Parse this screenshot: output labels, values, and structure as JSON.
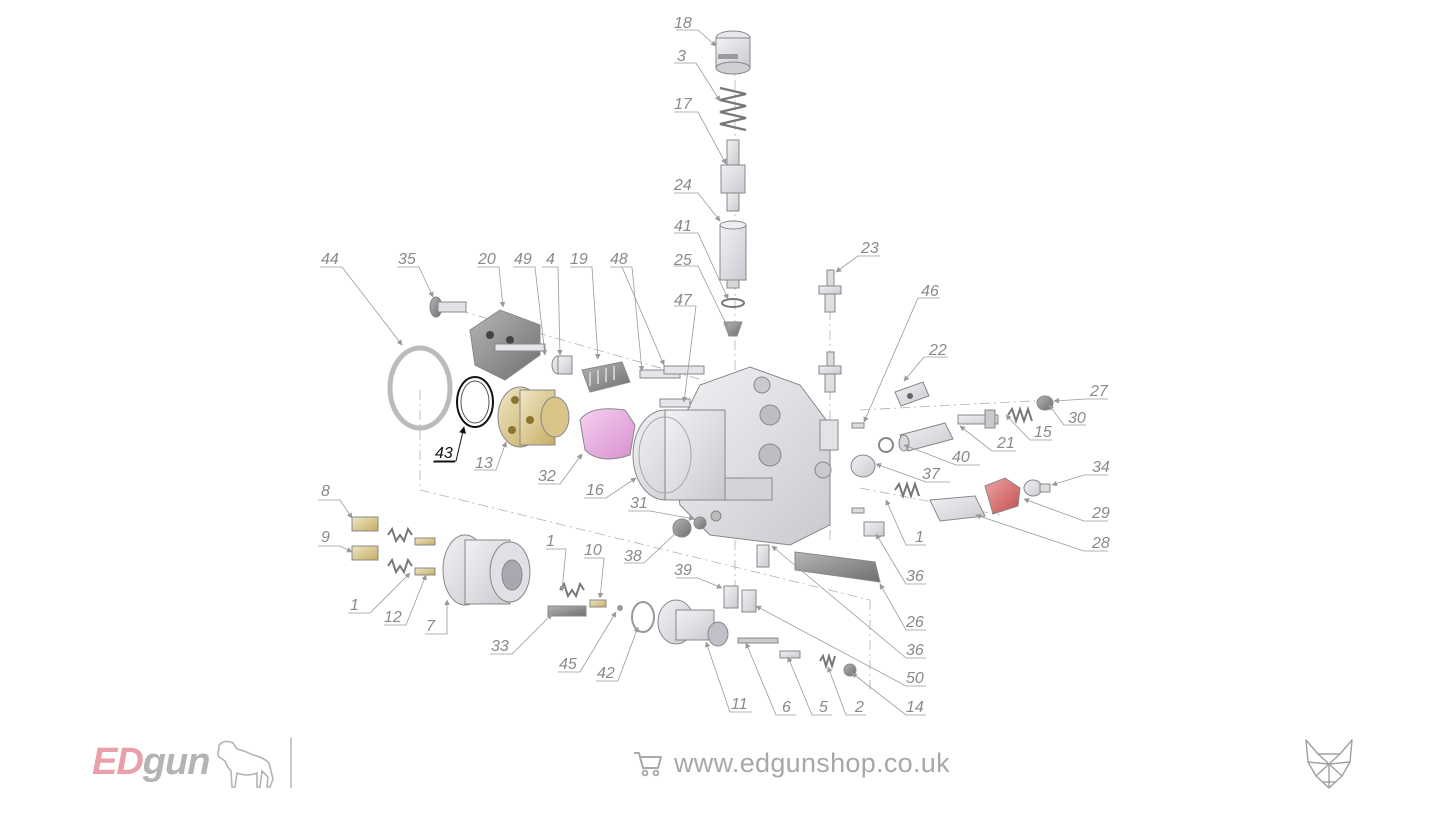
{
  "callouts": [
    {
      "id": "c18",
      "label": "18"
    },
    {
      "id": "c3",
      "label": "3"
    },
    {
      "id": "c17",
      "label": "17"
    },
    {
      "id": "c24",
      "label": "24"
    },
    {
      "id": "c41",
      "label": "41"
    },
    {
      "id": "c25",
      "label": "25"
    },
    {
      "id": "c47",
      "label": "47"
    },
    {
      "id": "c23",
      "label": "23"
    },
    {
      "id": "c46",
      "label": "46"
    },
    {
      "id": "c22",
      "label": "22"
    },
    {
      "id": "c27",
      "label": "27"
    },
    {
      "id": "c30",
      "label": "30"
    },
    {
      "id": "c15",
      "label": "15"
    },
    {
      "id": "c21",
      "label": "21"
    },
    {
      "id": "c40",
      "label": "40"
    },
    {
      "id": "c37",
      "label": "37"
    },
    {
      "id": "c34",
      "label": "34"
    },
    {
      "id": "c29",
      "label": "29"
    },
    {
      "id": "c28",
      "label": "28"
    },
    {
      "id": "c1r",
      "label": "1"
    },
    {
      "id": "c36a",
      "label": "36"
    },
    {
      "id": "c26",
      "label": "26"
    },
    {
      "id": "c36b",
      "label": "36"
    },
    {
      "id": "c50",
      "label": "50"
    },
    {
      "id": "c14",
      "label": "14"
    },
    {
      "id": "c2",
      "label": "2"
    },
    {
      "id": "c5",
      "label": "5"
    },
    {
      "id": "c6",
      "label": "6"
    },
    {
      "id": "c11",
      "label": "11"
    },
    {
      "id": "c42",
      "label": "42"
    },
    {
      "id": "c45",
      "label": "45"
    },
    {
      "id": "c33",
      "label": "33"
    },
    {
      "id": "c10",
      "label": "10"
    },
    {
      "id": "c1m",
      "label": "1"
    },
    {
      "id": "c39",
      "label": "39"
    },
    {
      "id": "c38",
      "label": "38"
    },
    {
      "id": "c31",
      "label": "31"
    },
    {
      "id": "c16",
      "label": "16"
    },
    {
      "id": "c32",
      "label": "32"
    },
    {
      "id": "c13",
      "label": "13"
    },
    {
      "id": "c43",
      "label": "43",
      "highlighted": true
    },
    {
      "id": "c44",
      "label": "44"
    },
    {
      "id": "c35",
      "label": "35"
    },
    {
      "id": "c20",
      "label": "20"
    },
    {
      "id": "c49",
      "label": "49"
    },
    {
      "id": "c4",
      "label": "4"
    },
    {
      "id": "c19",
      "label": "19"
    },
    {
      "id": "c48",
      "label": "48"
    },
    {
      "id": "c8",
      "label": "8"
    },
    {
      "id": "c9",
      "label": "9"
    },
    {
      "id": "c1l",
      "label": "1"
    },
    {
      "id": "c12",
      "label": "12"
    },
    {
      "id": "c7",
      "label": "7"
    }
  ],
  "footer": {
    "brand_ed": "ED",
    "brand_gun": "gun",
    "url": "www.edgunshop.co.uk",
    "cart_icon": "shopping-cart-icon",
    "wolf_icon": "wolf-head-logo"
  },
  "colors": {
    "brand_pink": "#e9a0a8",
    "gold_part": "#d6c48a",
    "pink_part": "#e8a8e0",
    "red_part": "#d96a6a"
  }
}
